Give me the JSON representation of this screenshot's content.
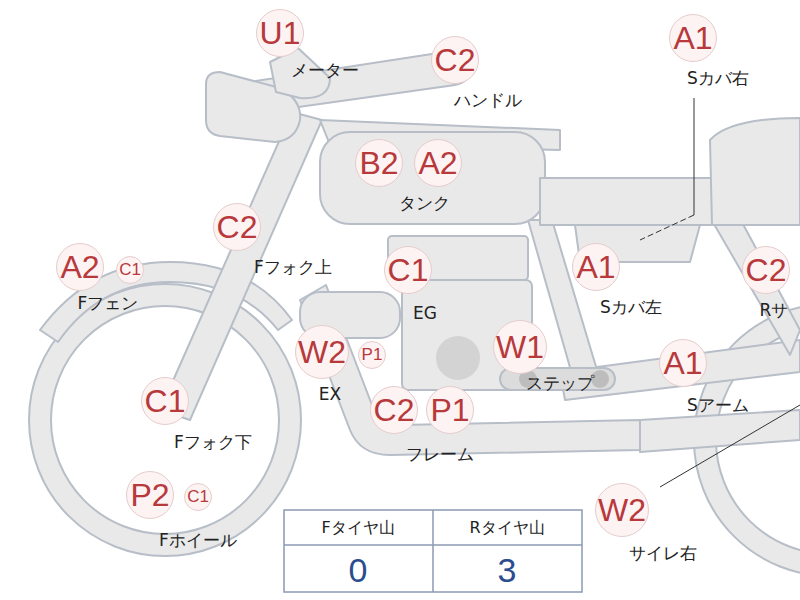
{
  "diagram": {
    "nodes": [
      {
        "text": [
          "U1"
        ]
      },
      {
        "text": [
          "C2"
        ]
      },
      {
        "text": [
          "A1"
        ]
      },
      {
        "text": [
          "B2"
        ]
      },
      {
        "text": [
          "A2"
        ]
      },
      {
        "text": [
          "C2"
        ]
      },
      {
        "text": [
          "A2"
        ]
      },
      {
        "text": [
          "C1"
        ]
      },
      {
        "text": [
          "C1"
        ]
      },
      {
        "text": [
          "A1"
        ]
      },
      {
        "text": [
          "C2"
        ]
      },
      {
        "text": [
          "W2"
        ]
      },
      {
        "text": [
          "P1"
        ]
      },
      {
        "text": [
          "W1"
        ]
      },
      {
        "text": [
          "A1"
        ]
      },
      {
        "text": [
          "C1"
        ]
      },
      {
        "text": [
          "C2"
        ]
      },
      {
        "text": [
          "P1"
        ]
      },
      {
        "text": [
          "P2"
        ]
      },
      {
        "text": [
          "C1"
        ]
      },
      {
        "text": [
          "W2"
        ]
      }
    ],
    "labels": [
      "メーター",
      "ハンドル",
      "Sカバ右",
      "タンク",
      "Fフォク上",
      "Fフェン",
      "EG",
      "Sカバ左",
      "Rサ",
      "EX",
      "ステップ",
      "Sアーム",
      "Fフォク下",
      "フレーム",
      "Fホイール",
      "サイレ右",
      "Fタイヤ山",
      "Rタイヤ山",
      "0",
      "3"
    ]
  }
}
